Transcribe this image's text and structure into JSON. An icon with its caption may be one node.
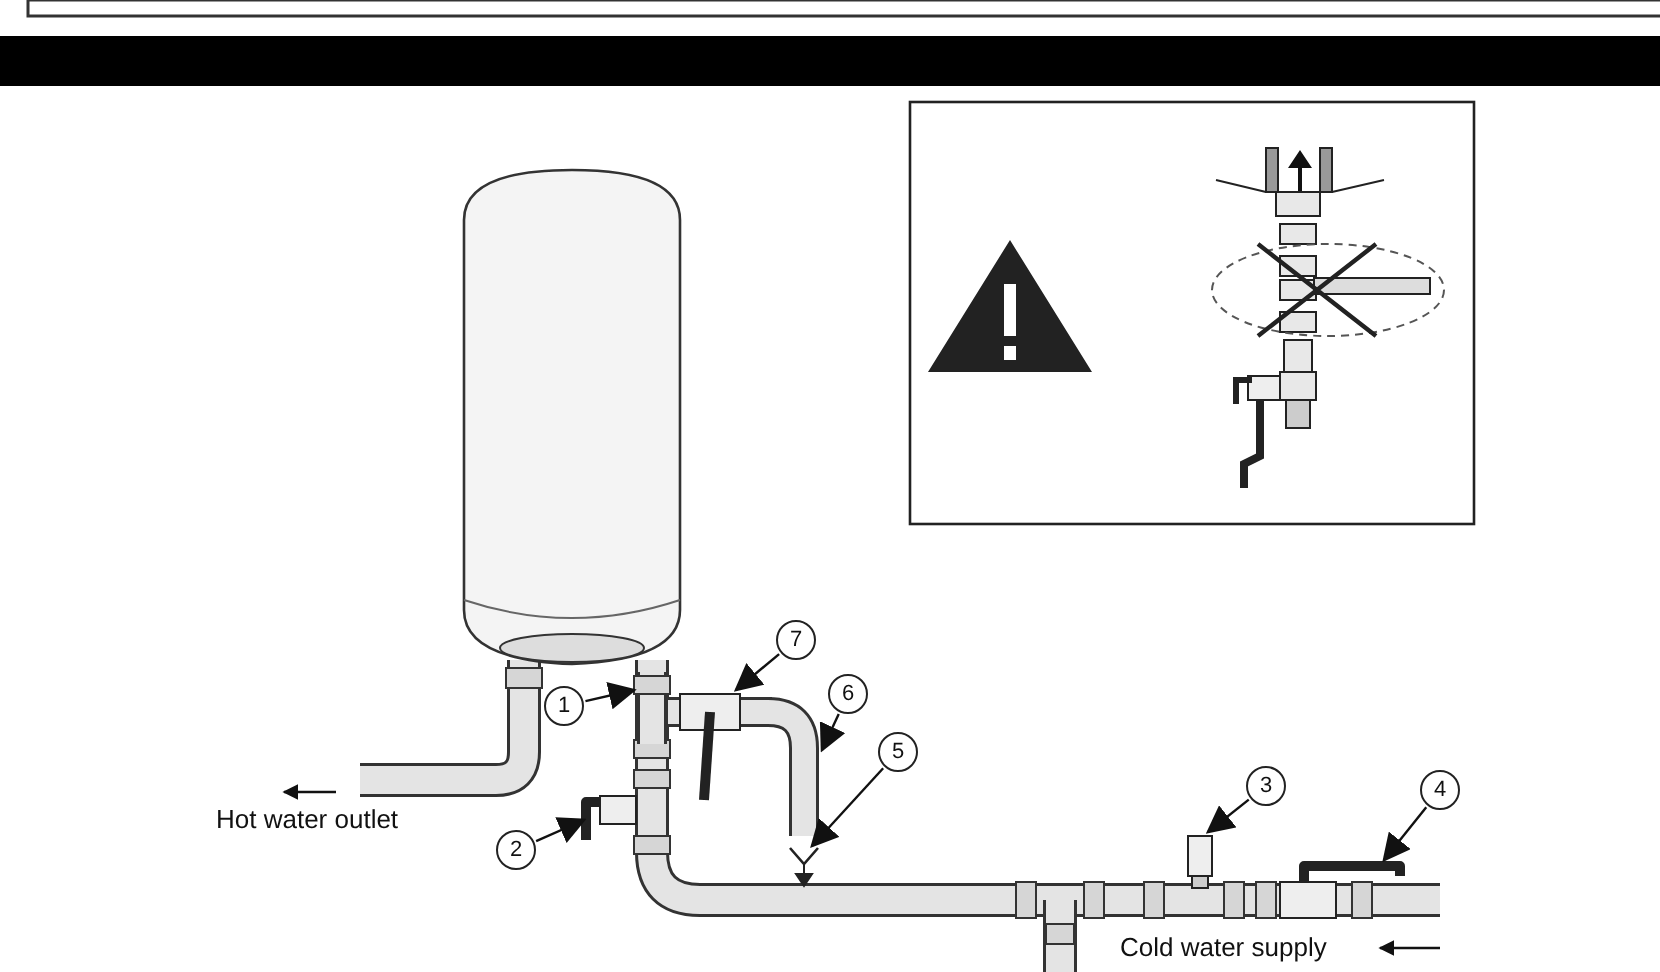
{
  "diagram": {
    "nodes": [
      {
        "text": [
          "1"
        ]
      },
      {
        "text": [
          "2"
        ]
      },
      {
        "text": [
          "3"
        ]
      },
      {
        "text": [
          "4"
        ]
      },
      {
        "text": [
          "5"
        ]
      },
      {
        "text": [
          "6"
        ]
      },
      {
        "text": [
          "7"
        ]
      },
      {
        "text": [],
        "shape": "pipe"
      },
      {
        "text": [],
        "shape": "valve"
      },
      {
        "text": [],
        "shape": "valve"
      },
      {
        "text": [],
        "shape": "valve"
      },
      {
        "text": [],
        "shape": "funnel"
      },
      {
        "text": [],
        "shape": "pipe"
      },
      {
        "text": [],
        "shape": "valve"
      }
    ],
    "edges": [
      {
        "from": 0,
        "to": 7,
        "arrow": "to"
      },
      {
        "from": 1,
        "to": 8,
        "arrow": "to"
      },
      {
        "from": 2,
        "to": 9,
        "arrow": "to"
      },
      {
        "from": 3,
        "to": 10,
        "arrow": "to"
      },
      {
        "from": 4,
        "to": 11,
        "arrow": "to"
      },
      {
        "from": 5,
        "to": 12,
        "arrow": "to"
      },
      {
        "from": 6,
        "to": 13,
        "arrow": "to"
      }
    ],
    "labels": [
      "Hot water outlet",
      "Cold water supply"
    ]
  }
}
